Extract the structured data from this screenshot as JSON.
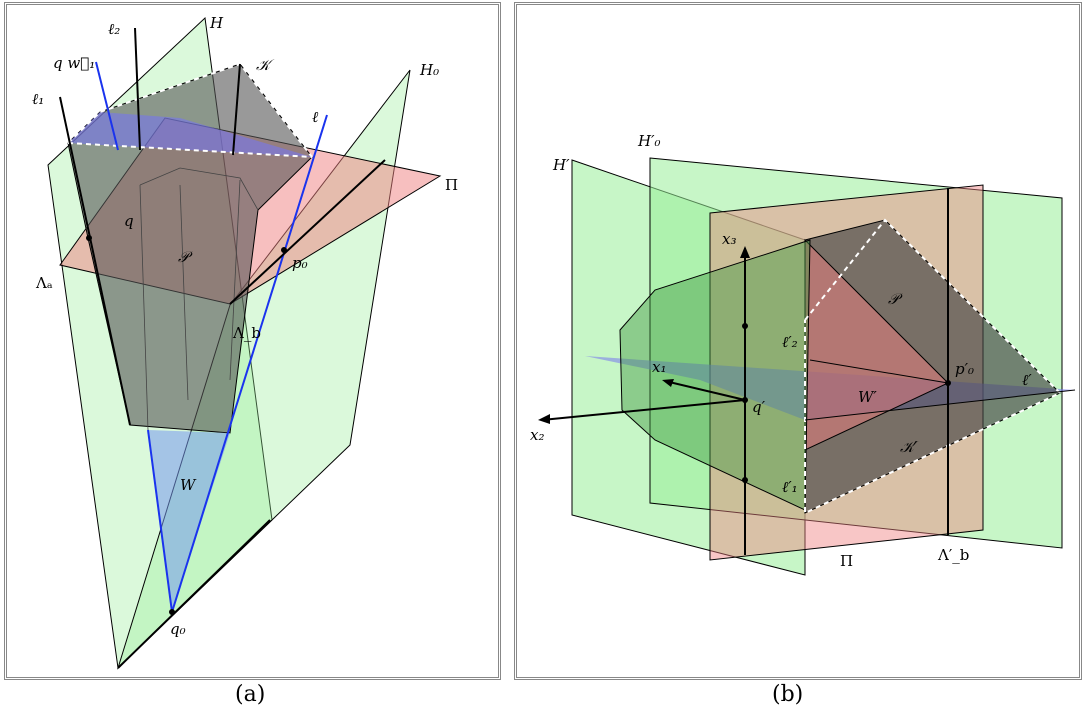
{
  "captions": {
    "a": "(a)",
    "b": "(b)"
  },
  "panel_a": {
    "labels": {
      "l2": "ℓ₂",
      "H": "H",
      "qw1": "q w⃗₁",
      "K": "𝒦",
      "H0": "H₀",
      "l1": "ℓ₁",
      "l": "ℓ",
      "Pi": "Π",
      "q": "q",
      "P": "𝒫",
      "p0": "p₀",
      "Lambda_a": "Λₐ",
      "Lambda_b": "Λ_b",
      "W": "W",
      "q0": "q₀"
    }
  },
  "panel_b": {
    "labels": {
      "H0p": "H′₀",
      "Hp": "H′",
      "x3": "x₃",
      "P": "𝒫",
      "l2p": "ℓ′₂",
      "p0p": "p′₀",
      "lp": "ℓ′",
      "x1": "x₁",
      "Wp": "W′",
      "qp": "q′",
      "x2": "x₂",
      "Kp": "𝒦′",
      "l1p": "ℓ′₁",
      "Pi": "Π",
      "Lambda_bp": "Λ′_b"
    }
  },
  "colors": {
    "green_plane": "#99ee99",
    "red_plane": "#f08080",
    "blue_plane": "#7777ee",
    "dark_body": "#555555",
    "blue_line": "#1a33ee"
  }
}
